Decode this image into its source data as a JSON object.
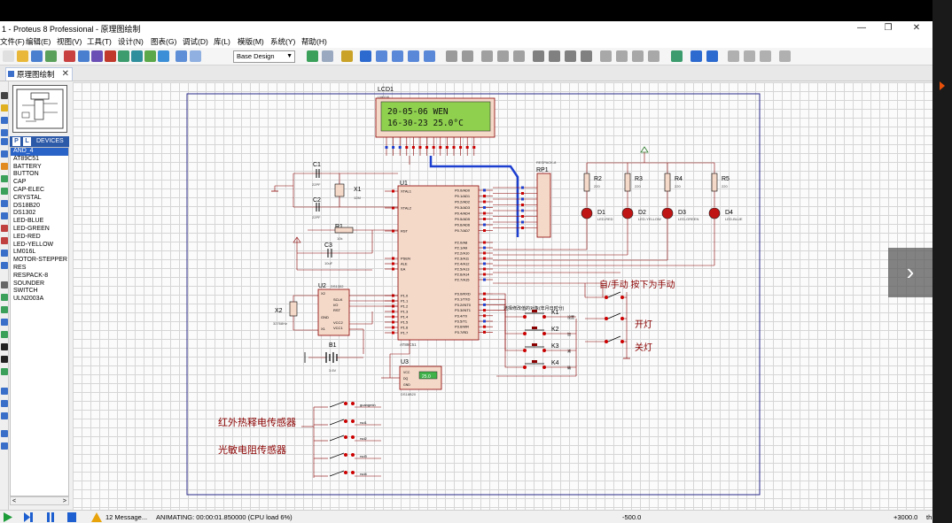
{
  "window": {
    "title": "1 - Proteus 8 Professional - 原理图绘制",
    "minimize": "—",
    "maximize": "❐",
    "close": "✕"
  },
  "menu": [
    "文件(F)",
    "编辑(E)",
    "视图(V)",
    "工具(T)",
    "设计(N)",
    "图表(G)",
    "调试(D)",
    "库(L)",
    "模版(M)",
    "系统(Y)",
    "帮助(H)"
  ],
  "toolbar": {
    "design_select": "Base Design",
    "help": "?"
  },
  "tab": {
    "label": "原理图绘制",
    "close": "✕"
  },
  "device_panel": {
    "p_button": "P",
    "l_button": "L",
    "header": "DEVICES",
    "items": [
      "AND_4",
      "AT89C51",
      "BATTERY",
      "BUTTON",
      "CAP",
      "CAP-ELEC",
      "CRYSTAL",
      "DS18B20",
      "DS1302",
      "LED-BLUE",
      "LED-GREEN",
      "LED-RED",
      "LED-YELLOW",
      "LM016L",
      "MOTOR-STEPPER",
      "RES",
      "RESPACK-8",
      "SOUNDER",
      "SWITCH",
      "ULN2003A"
    ],
    "selected_index": 0,
    "scroll_left": "<",
    "scroll_right": ">"
  },
  "schematic": {
    "lcd": {
      "ref": "LCD1",
      "part": "LM016L",
      "line1": "20-05-06 WEN",
      "line2": "16-30-23  25.0°C"
    },
    "u1": {
      "ref": "U1",
      "part": "AT89C51"
    },
    "u2": {
      "ref": "U2",
      "part": "DS1302"
    },
    "u3": {
      "ref": "U3",
      "part": "DS18B20",
      "reading": "25.0"
    },
    "rp1": {
      "ref": "RP1",
      "part": "RESPACK-8"
    },
    "capacitors": {
      "c1": "C1",
      "c1_val": "22PF",
      "c2": "C2",
      "c2_val": "22PF",
      "c3": "C3",
      "c3_val": "10uF"
    },
    "crystals": {
      "x1": "X1",
      "x1_val": "12M",
      "x2": "X2",
      "x2_val": "32768Hz"
    },
    "resistors": {
      "r1": "R1",
      "r1_val": "10k",
      "r2": "R2",
      "r3": "R3",
      "r4": "R4",
      "r5": "R5",
      "val": "220"
    },
    "leds": {
      "d1": "D1",
      "d1_part": "LED-RED",
      "d2": "D2",
      "d2_part": "LED-YELLOW",
      "d3": "D3",
      "d3_part": "LED-GREEN",
      "d4": "D4",
      "d4_part": "LED-BLUE"
    },
    "battery": {
      "ref": "B1",
      "val": "3.6V"
    },
    "buttons": {
      "k1": "K1",
      "k2": "K2",
      "k3": "K3",
      "k4": "K4"
    },
    "labels": {
      "auto_manual": "自/手动 按下为手动",
      "light_on": "开灯",
      "light_off": "关灯",
      "pir_sensor": "红外热释电传感器",
      "ldr_sensor": "光敏电阻传感器",
      "k1_note": "选择修改值的对象(年月日时分)",
      "k1_tag": "设置",
      "k2_tag": "加",
      "k3_tag": "减",
      "k4_tag": "确"
    },
    "u1_left_pins": [
      "XTAL1",
      "XTAL2",
      "RST",
      "PSEN",
      "ALE",
      "EA",
      "P1.0",
      "P1.1",
      "P1.2",
      "P1.3",
      "P1.4",
      "P1.5",
      "P1.6",
      "P1.7"
    ],
    "u1_right_pins": [
      "P0.0/AD0",
      "P0.1/AD1",
      "P0.2/AD2",
      "P0.3/AD3",
      "P0.4/AD4",
      "P0.5/AD5",
      "P0.6/AD6",
      "P0.7/AD7",
      "P2.0/A8",
      "P2.1/A9",
      "P2.2/A10",
      "P2.3/A11",
      "P2.4/A12",
      "P2.5/A13",
      "P2.6/A14",
      "P2.7/A15",
      "P3.0/RXD",
      "P3.1/TXD",
      "P3.2/INT0",
      "P3.3/INT1",
      "P3.4/T0",
      "P3.5/T1",
      "P3.6/WR",
      "P3.7/RD"
    ],
    "u2_pins": [
      "X2",
      "SCLK",
      "I/O",
      "RST",
      "VCC2",
      "VCC1",
      "X1",
      "GND"
    ],
    "u3_pins": [
      "VCC",
      "DQ",
      "GND"
    ],
    "switch_tags": [
      "guangmin",
      "rsd1",
      "rsd2",
      "rsd3",
      "rsd4"
    ]
  },
  "status": {
    "messages": "12 Message...",
    "animating": "ANIMATING: 00:00:01.850000 (CPU load 6%)",
    "x": "-500.0",
    "y": "+3000.0",
    "suffix": "th"
  },
  "colors": {
    "wire": "#8a0000",
    "bus": "#1d3fd0",
    "component": "#8a0000",
    "fill": "#f4d8c8",
    "lcd": "#8fd14f",
    "selection": "#2a63c8"
  }
}
